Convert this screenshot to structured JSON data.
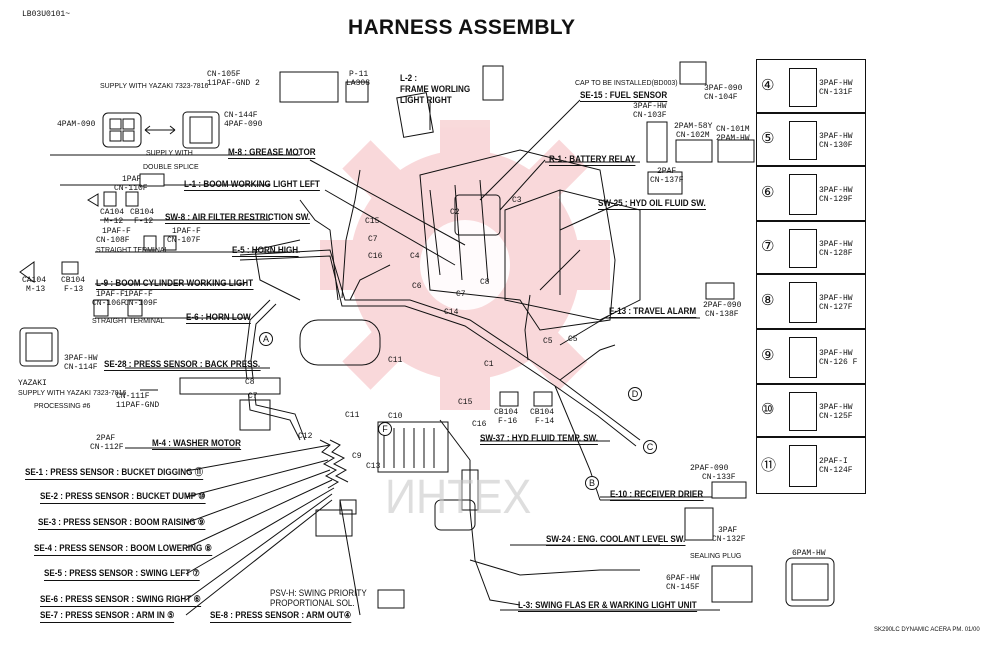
{
  "doc_code": "LB03U0101~",
  "title": "HARNESS ASSEMBLY",
  "footer": "SK290LC DYNAMIC ACERA PM. 01/00",
  "watermark": "ИНТЕХ",
  "top_left": {
    "supply1": "SUPPLY WITH YAZAKI 7323-7816",
    "cn105f": "CN-105F",
    "gnd2": "11PAF-GND 2",
    "p11": "P-11",
    "la308": "LA308",
    "pam4": "4PAM-090",
    "cn144f": "CN-144F",
    "paf4_090": "4PAF-090",
    "supply_with": "SUPPLY WITH"
  },
  "l2": {
    "code": "L-2 :",
    "line1": "FRAME WORLING",
    "line2": "LIGHT RIGHT"
  },
  "cap_note": "CAP TO BE INSTALLED(BD003)",
  "se15": "SE-15 : FUEL SENSOR",
  "paf3_090_top": "3PAF-090",
  "cn104f": "CN-104F",
  "paf3_hw_103": "3PAF-HW",
  "cn103f": "CN-103F",
  "paf2_58y": "2PAM-58Y",
  "cn102m": "CN-102M",
  "cn101m": "CN-101M",
  "pam2_hw": "2PAM-HW",
  "m8": "M-8 : GREASE MOTOR",
  "r1": "R-1 : BATTERY RELAY",
  "paf2_137": "2PAF",
  "cn137f": "CN-137F",
  "sw25": "SW-25 : HYD OIL FLUID SW.",
  "paf1_110": "1PAF",
  "cn110f": "CN-110F",
  "double_splice": "DOUBLE SPLICE",
  "l1": "L-1 : BOOM WORKING LIGHT LEFT",
  "ca104_1": "CA104",
  "cb104_1": "CB104",
  "m12": "M-12",
  "f12": "F-12",
  "sw8": "SW-8 : AIR FILTER RESTRICTION SW.",
  "paf1_f_108": "1PAF-F",
  "cn108f": "CN-108F",
  "paf1_f_107": "1PAF-F",
  "cn107f": "CN-107F",
  "e5": "E-5 : HORN HIGH",
  "straight_terminal": "STRAIGHT TERMINAL",
  "ca104_2": "CA104",
  "cb104_2": "CB104",
  "m13": "M-13",
  "f13": "F-13",
  "l9": "L-9 : BOOM CYLINDER WORKING LIGHT",
  "paf1_f_106": "1PAF-F",
  "cn106f": "CN-106F",
  "paf1_f_109": "1PAF-F",
  "cn109f": "CN-109F",
  "e6": "E-6 : HORN LOW",
  "paf3_hw_114": "3PAF-HW",
  "cn114f": "CN-114F",
  "se28": "SE-28 : PRESS SENSOR : BACK PRESS.",
  "yazaki": "YAZAKI",
  "supply2": "SUPPLY WITH YAZAKI 7323-7816",
  "cn111f": "CN-111F",
  "gnd_11": "11PAF-GND",
  "processing": "PROCESSING #6",
  "paf2_112": "2PAF",
  "cn112f": "CN-112F",
  "m4": "M-4 : WASHER MOTOR",
  "e13": "E-13 : TRAVEL ALARM",
  "paf2_090_138": "2PAF-090",
  "cn138f": "CN-138F",
  "cb104_3": "CB104",
  "f16": "F-16",
  "cb104_4": "CB104",
  "f14": "F-14",
  "sw37": "SW-37 : HYD FLUID TEMP. SW.",
  "paf2_090_133": "2PAF-090",
  "cn133f": "CN-133F",
  "e10": "E-10 : RECEIVER DRIER",
  "paf3_132": "3PAF",
  "cn132f": "CN-132F",
  "sw24": "SW-24 : ENG. COOLANT LEVEL SW.",
  "sealing_plug": "SEALING PLUG",
  "pam6_hw": "6PAM-HW",
  "paf6_hw": "6PAF-HW",
  "cn145f": "CN-145F",
  "l3": "L-3:  SWING FLAS ER & WARKING LIGHT UNIT",
  "psv": {
    "line1": "PSV-H: SWING PRIORITY",
    "line2": "PROPORTIONAL SOL."
  },
  "sensors_left": [
    {
      "label": "SE-1 : PRESS SENSOR : BUCKET DIGGING",
      "num": "⑪"
    },
    {
      "label": "SE-2 : PRESS SENSOR : BUCKET DUMP",
      "num": "⑩"
    },
    {
      "label": "SE-3 : PRESS SENSOR : BOOM RAISING",
      "num": "⑨"
    },
    {
      "label": "SE-4 : PRESS SENSOR : BOOM LOWERING",
      "num": "⑧"
    },
    {
      "label": "SE-5 : PRESS SENSOR : SWING LEFT",
      "num": "⑦"
    },
    {
      "label": "SE-6 : PRESS SENSOR : SWING RIGHT",
      "num": "⑥"
    },
    {
      "label": "SE-7 : PRESS SENSOR : ARM IN",
      "num": "⑤"
    }
  ],
  "se8": "SE-8 : PRESS SENSOR : ARM OUT④",
  "side_panel": [
    {
      "num": "④",
      "type": "3PAF-HW",
      "cn": "CN-131F"
    },
    {
      "num": "⑤",
      "type": "3PAF-HW",
      "cn": "CN-130F"
    },
    {
      "num": "⑥",
      "type": "3PAF-HW",
      "cn": "CN-129F"
    },
    {
      "num": "⑦",
      "type": "3PAF-HW",
      "cn": "CN-128F"
    },
    {
      "num": "⑧",
      "type": "3PAF-HW",
      "cn": "CN-127F"
    },
    {
      "num": "⑨",
      "type": "3PAF-HW",
      "cn": "CN-126 F"
    },
    {
      "num": "⑩",
      "type": "3PAF-HW",
      "cn": "CN-125F"
    },
    {
      "num": "⑪",
      "type": "2PAF-I",
      "cn": "CN-124F"
    }
  ],
  "parts": [
    "C15",
    "C7",
    "C16",
    "C4",
    "C2",
    "C3",
    "C5",
    "C6",
    "C7",
    "C8",
    "C14",
    "C1",
    "C5",
    "C11",
    "C8",
    "C7",
    "C10",
    "C15",
    "C11",
    "C12",
    "C9",
    "C13",
    "C16"
  ],
  "letters": [
    "A",
    "B",
    "C",
    "D",
    "F"
  ]
}
